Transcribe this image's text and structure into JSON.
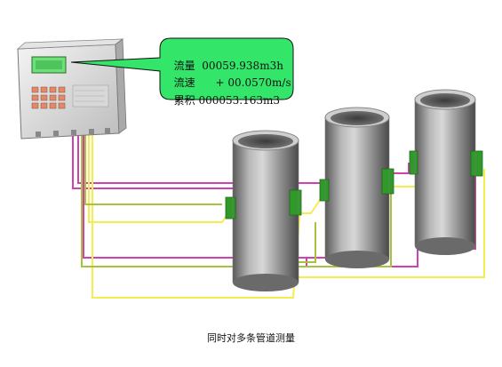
{
  "callout": {
    "flow_rate_label": "流量",
    "flow_rate_value": "00059.938m3h",
    "flow_speed_label": "流速",
    "flow_speed_value": "+ 00.0570m/s",
    "total_label": "累积",
    "total_value": "000053.163m3"
  },
  "caption": "同时对多条管道测量",
  "colors": {
    "callout_fill": "#33e66a",
    "pipe_body": "#9a9a9a",
    "sensor_green": "#2f9a2a",
    "wire_magenta": "#d040b0",
    "wire_yellow": "#f2ee50",
    "wire_olive": "#a6c23e"
  },
  "icons": {
    "flowmeter": "flowmeter-device-icon",
    "pipe": "steel-pipe-icon",
    "sensor": "ultrasonic-sensor-icon"
  }
}
